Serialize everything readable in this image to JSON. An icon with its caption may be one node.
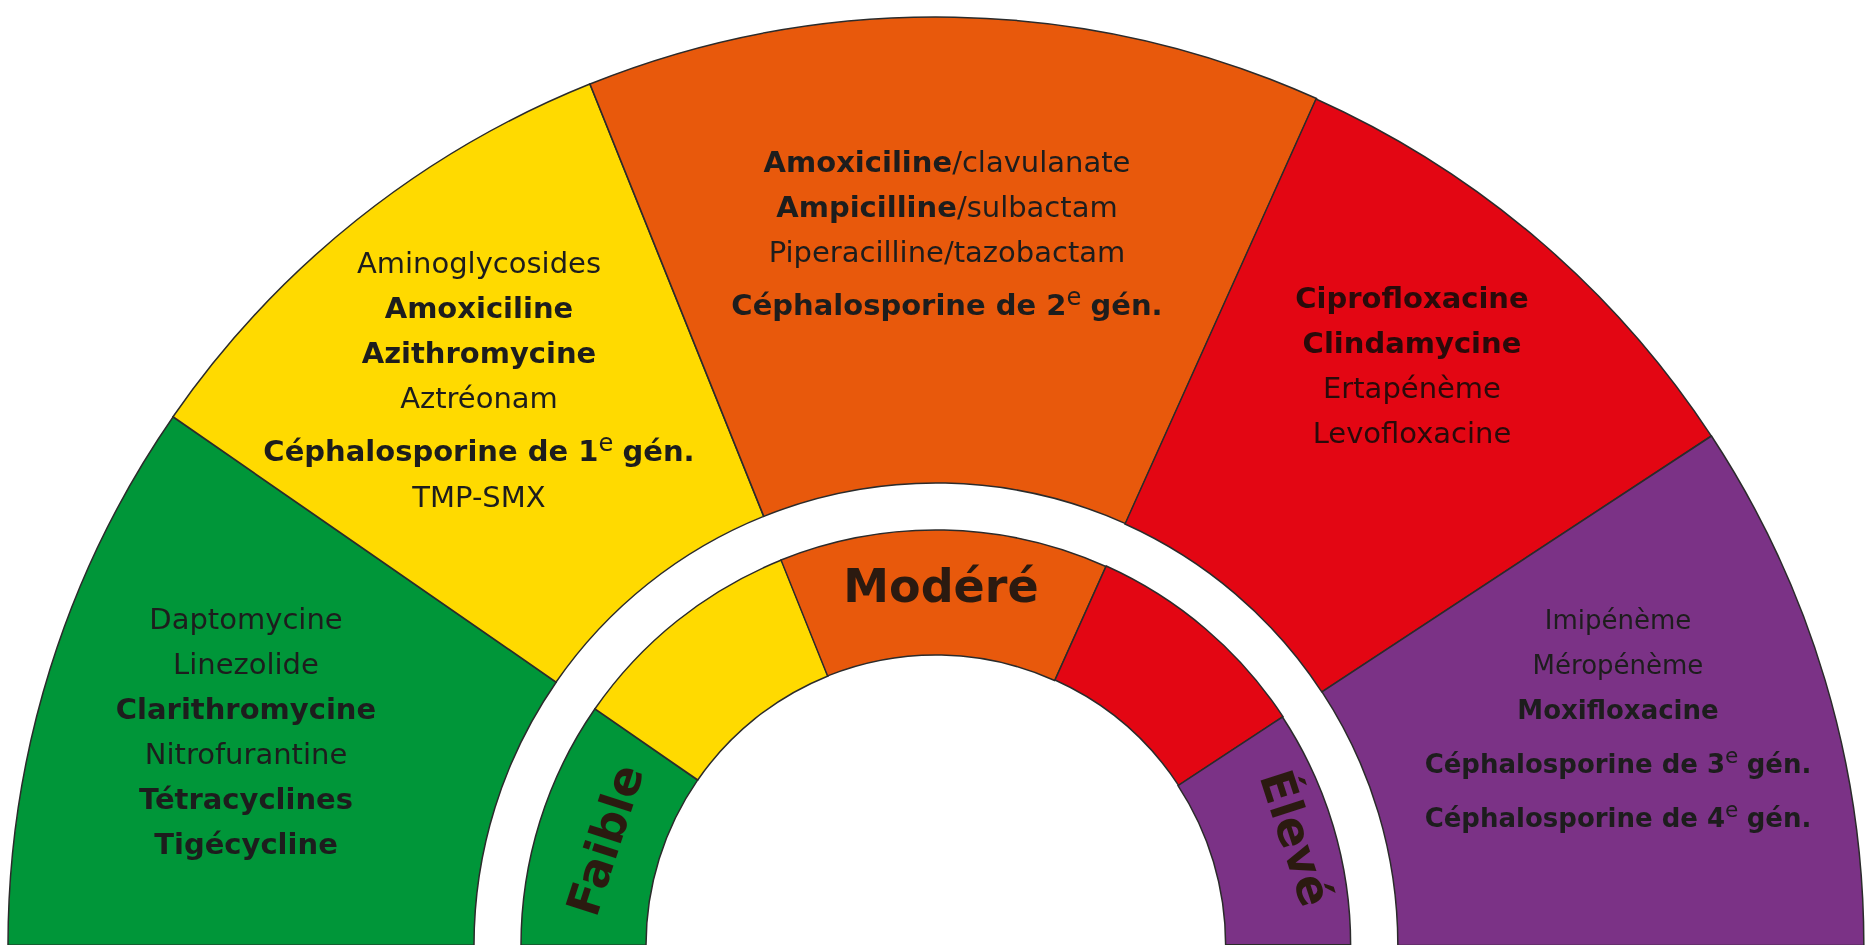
{
  "diagram": {
    "nodes": [
      {
        "text": [
          "Daptomycine",
          "Linezolide",
          "**Clarithromycine**",
          "Nitrofurantine",
          "**Tétracyclines**",
          "**Tigécycline**"
        ]
      },
      {
        "text": [
          "Aminoglycosides",
          "**Amoxiciline**",
          "**Azithromycine**",
          "Aztréonam",
          "**Céphalosporine de 1**$^{e}$ **gén.**",
          "TMP-SMX"
        ]
      },
      {
        "text": [
          "**Amoxiciline**/clavulanate",
          "**Ampicilline**/sulbactam",
          "Piperacilline/tazobactam",
          "**Céphalosporine de 2**$^{e}$ **gén.**"
        ]
      },
      {
        "text": [
          "**Ciprofloxacine**",
          "**Clindamycine**",
          "Ertapénème",
          "Levofloxacine"
        ]
      },
      {
        "text": [
          "Imipénème",
          "Méropénème",
          "**Moxifloxacine**",
          "**Céphalosporine de 3**$^{e}$ **gén.**",
          "**Céphalosporine de 4**$^{e}$ **gén.**"
        ]
      },
      {
        "text": [
          "Faible"
        ]
      },
      {
        "text": [],
        "shape": "sector"
      },
      {
        "text": [
          "Modéré"
        ]
      },
      {
        "text": [],
        "shape": "sector"
      },
      {
        "text": [
          "Élevé"
        ]
      }
    ]
  }
}
